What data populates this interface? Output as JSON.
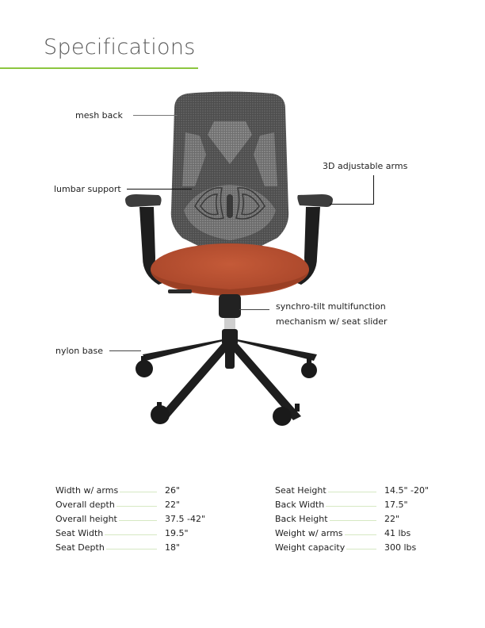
{
  "header": {
    "title": "Specifications",
    "accent_color": "#8cc63f"
  },
  "callouts": {
    "mesh_back": "mesh back",
    "lumbar_support": "lumbar support",
    "adjustable_arms": "3D adjustable arms",
    "mechanism_line1": "synchro-tilt multifunction",
    "mechanism_line2": "mechanism w/ seat slider",
    "nylon_base": "nylon base"
  },
  "product_image": {
    "description": "office chair with grey mesh back and orange seat",
    "seat_color": "#b84f2e",
    "mesh_color": "#4a4a4a",
    "frame_color": "#1e1e1e"
  },
  "specs": {
    "left": [
      {
        "label": "Width w/ arms",
        "value": "26\""
      },
      {
        "label": "Overall depth",
        "value": "22\""
      },
      {
        "label": "Overall height",
        "value": "37.5 -42\""
      },
      {
        "label": "Seat Width",
        "value": "19.5\""
      },
      {
        "label": "Seat Depth",
        "value": "18\""
      }
    ],
    "right": [
      {
        "label": "Seat Height",
        "value": "14.5\" -20\""
      },
      {
        "label": "Back Width",
        "value": "17.5\""
      },
      {
        "label": "Back Height",
        "value": "22\""
      },
      {
        "label": "Weight w/ arms",
        "value": "41 lbs"
      },
      {
        "label": "Weight capacity",
        "value": "300 lbs"
      }
    ]
  }
}
